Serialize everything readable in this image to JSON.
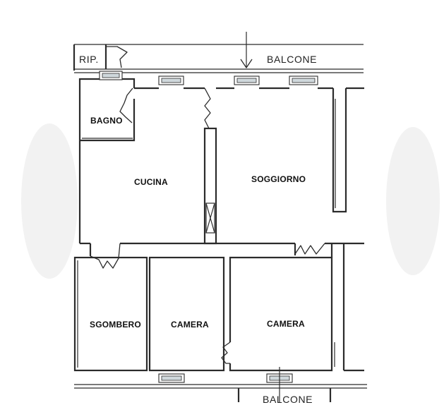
{
  "rooms": {
    "bagno": "BAGNO",
    "cucina": "CUCINA",
    "soggiorno": "SOGGIORNO",
    "sgombero": "SGOMBERO",
    "camera_1": "CAMERA",
    "camera_2": "CAMERA"
  },
  "outdoor": {
    "ripostiglio": "RIP.",
    "balcone_top": "BALCONE",
    "balcone_bottom": "BALCONE"
  }
}
